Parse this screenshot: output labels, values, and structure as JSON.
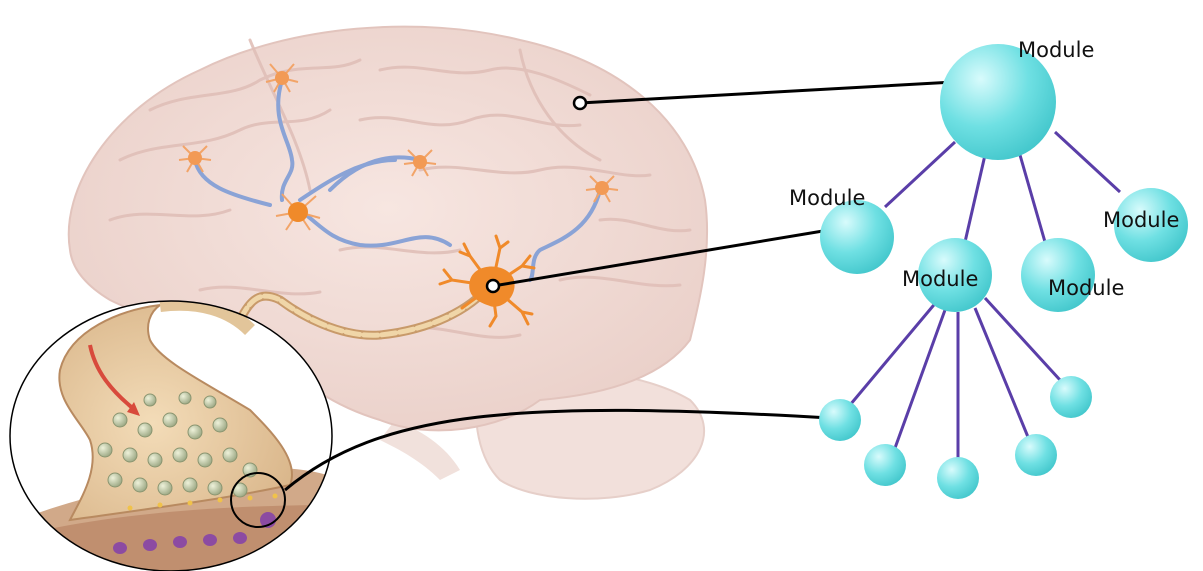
{
  "diagram": {
    "module_labels": {
      "top": "Module",
      "mid_left": "Module",
      "mid_center": "Module",
      "mid_lower": "Module",
      "mid_right": "Module"
    },
    "colors": {
      "module_node": "#5dd9dd",
      "module_node_highlight": "#c9f6f7",
      "edge": "#5a3ea8",
      "connector": "#000000",
      "brain": "#f3dcd6",
      "neuron_large": "#f08a2a",
      "neuron_small": "#f29a55",
      "axon": "#8aa3d6",
      "synapse": "#e2c59a",
      "vesicle": "#b7c2a0",
      "receptor": "#8c4ba2"
    },
    "icons": [
      "brain-illustration",
      "neuron-icon",
      "synapse-icon",
      "connector-dot-icon"
    ]
  }
}
